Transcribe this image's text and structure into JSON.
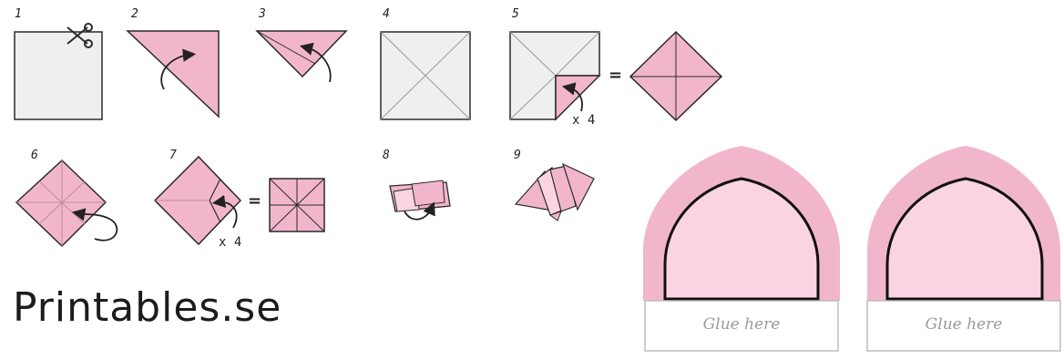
{
  "steps": [
    {
      "num": "1"
    },
    {
      "num": "2"
    },
    {
      "num": "3"
    },
    {
      "num": "4"
    },
    {
      "num": "5"
    },
    {
      "num": "6"
    },
    {
      "num": "7"
    },
    {
      "num": "8"
    },
    {
      "num": "9"
    }
  ],
  "repeat_step5": "x 4",
  "repeat_step7": "x 4",
  "equals": "=",
  "brand": "Printables.se",
  "templates": [
    {
      "label": "Glue here"
    },
    {
      "label": "Glue here"
    }
  ],
  "colors": {
    "pink": "#f2b6cc",
    "pink_light": "#fad4e2",
    "gray_paper": "#efefef",
    "outline": "#2a2a2a"
  }
}
